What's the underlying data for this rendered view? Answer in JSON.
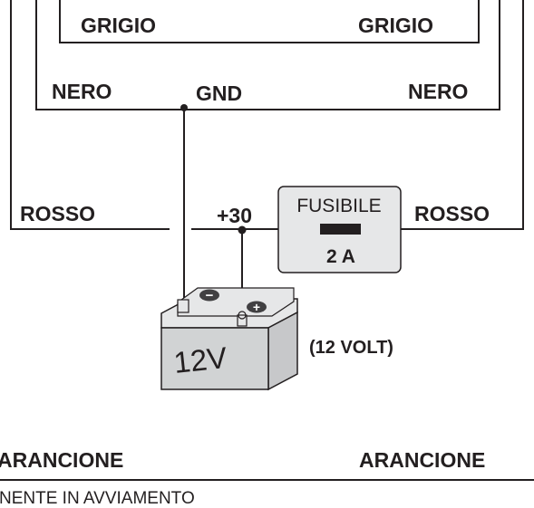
{
  "wires": {
    "inner_left": "GRIGIO",
    "inner_right": "GRIGIO",
    "middle_left": "NERO",
    "middle_right": "NERO",
    "outer_left": "ROSSO",
    "outer_right": "ROSSO",
    "bottom_left": "ARANCIONE",
    "bottom_right": "ARANCIONE"
  },
  "terminals": {
    "ground": "GND",
    "positive": "+30"
  },
  "fuse": {
    "label": "FUSIBILE",
    "rating": "2 A"
  },
  "battery": {
    "voltage_label": "12V",
    "caption": "(12 VOLT)",
    "negative_symbol": "−",
    "positive_symbol": "+"
  },
  "bottom_caption": "NENTE IN AVVIAMENTO",
  "colors": {
    "ink": "#231f20",
    "fuse_fill": "#e6e7e8",
    "battery_front": "#d1d3d4",
    "battery_top": "#e6e7e8",
    "terminal_cap": "#414042"
  }
}
